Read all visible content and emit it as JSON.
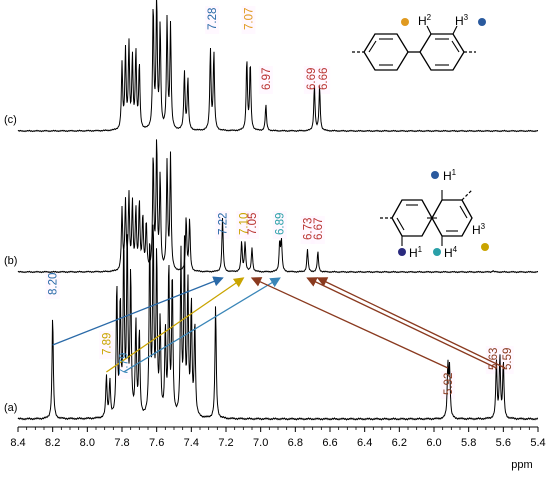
{
  "chart_data": {
    "type": "line",
    "xlabel": "ppm",
    "xlim": [
      8.4,
      5.4
    ],
    "x_reversed": true,
    "x_ticks": [
      8.4,
      8.2,
      8.0,
      7.8,
      7.6,
      7.4,
      7.2,
      7.0,
      6.8,
      6.6,
      6.4,
      6.2,
      6.0,
      5.8,
      5.6,
      5.4
    ],
    "x_tick_labels": [
      "8.4",
      "8.2",
      "8.0",
      "7.8",
      "7.6",
      "7.4",
      "7.2",
      "7.0",
      "6.8",
      "6.6",
      "6.4",
      "6.2",
      "6.0",
      "5.8",
      "5.6",
      "5.4"
    ],
    "series": [
      {
        "name": "(a)",
        "peaks": [
          {
            "ppm": 8.2,
            "h": 0.55
          },
          {
            "ppm": 7.89,
            "h": 0.22
          },
          {
            "ppm": 7.87,
            "h": 0.2
          },
          {
            "ppm": 7.83,
            "h": 0.7
          },
          {
            "ppm": 7.81,
            "h": 0.6
          },
          {
            "ppm": 7.79,
            "h": 0.9
          },
          {
            "ppm": 7.77,
            "h": 0.95
          },
          {
            "ppm": 7.75,
            "h": 0.75
          },
          {
            "ppm": 7.72,
            "h": 0.5
          },
          {
            "ppm": 7.7,
            "h": 0.45
          },
          {
            "ppm": 7.64,
            "h": 0.95
          },
          {
            "ppm": 7.62,
            "h": 1.0
          },
          {
            "ppm": 7.6,
            "h": 0.85
          },
          {
            "ppm": 7.58,
            "h": 0.5
          },
          {
            "ppm": 7.55,
            "h": 0.45
          },
          {
            "ppm": 7.53,
            "h": 0.8
          },
          {
            "ppm": 7.51,
            "h": 0.75
          },
          {
            "ppm": 7.46,
            "h": 0.85
          },
          {
            "ppm": 7.44,
            "h": 0.9
          },
          {
            "ppm": 7.42,
            "h": 0.7
          },
          {
            "ppm": 7.4,
            "h": 0.6
          },
          {
            "ppm": 7.38,
            "h": 0.5
          },
          {
            "ppm": 7.26,
            "h": 0.6
          },
          {
            "ppm": 5.92,
            "h": 0.28
          },
          {
            "ppm": 5.91,
            "h": 0.26
          },
          {
            "ppm": 5.64,
            "h": 0.3
          },
          {
            "ppm": 5.62,
            "h": 0.33
          },
          {
            "ppm": 5.6,
            "h": 0.3
          }
        ],
        "labels": [
          {
            "text": "8.20",
            "ppm": 8.2,
            "color": "#2a6aa8"
          },
          {
            "text": "7.89",
            "ppm": 7.89,
            "color": "#c9a400"
          },
          {
            "text": "7.79",
            "ppm": 7.79,
            "color": "#3a86b8"
          },
          {
            "text": "5.92",
            "ppm": 5.92,
            "color": "#8a3a1f"
          },
          {
            "text": "5.63",
            "ppm": 5.63,
            "color": "#8a3a1f"
          },
          {
            "text": "5.59",
            "ppm": 5.59,
            "color": "#8a3a1f"
          }
        ]
      },
      {
        "name": "(b)",
        "peaks": [
          {
            "ppm": 7.8,
            "h": 0.45
          },
          {
            "ppm": 7.78,
            "h": 0.5
          },
          {
            "ppm": 7.76,
            "h": 0.55
          },
          {
            "ppm": 7.74,
            "h": 0.5
          },
          {
            "ppm": 7.72,
            "h": 0.45
          },
          {
            "ppm": 7.7,
            "h": 0.5
          },
          {
            "ppm": 7.68,
            "h": 0.4
          },
          {
            "ppm": 7.66,
            "h": 0.35
          },
          {
            "ppm": 7.62,
            "h": 0.85
          },
          {
            "ppm": 7.6,
            "h": 0.95
          },
          {
            "ppm": 7.58,
            "h": 0.7
          },
          {
            "ppm": 7.54,
            "h": 0.8
          },
          {
            "ppm": 7.52,
            "h": 0.85
          },
          {
            "ppm": 7.43,
            "h": 0.4
          },
          {
            "ppm": 7.41,
            "h": 0.38
          },
          {
            "ppm": 7.22,
            "h": 0.4
          },
          {
            "ppm": 7.11,
            "h": 0.22
          },
          {
            "ppm": 7.09,
            "h": 0.22
          },
          {
            "ppm": 7.05,
            "h": 0.18
          },
          {
            "ppm": 6.89,
            "h": 0.22
          },
          {
            "ppm": 6.88,
            "h": 0.22
          },
          {
            "ppm": 6.73,
            "h": 0.17
          },
          {
            "ppm": 6.67,
            "h": 0.15
          },
          {
            "ppm": 5.66,
            "h": 0.01
          }
        ],
        "labels": [
          {
            "text": "7.22",
            "ppm": 7.22,
            "color": "#2a6aa8"
          },
          {
            "text": "7.10",
            "ppm": 7.1,
            "color": "#c9a400"
          },
          {
            "text": "7.05",
            "ppm": 7.05,
            "color": "#b8312f"
          },
          {
            "text": "6.89",
            "ppm": 6.89,
            "color": "#2aa0a8"
          },
          {
            "text": "6.73",
            "ppm": 6.73,
            "color": "#b8312f"
          },
          {
            "text": "6.67",
            "ppm": 6.67,
            "color": "#b8312f"
          }
        ]
      },
      {
        "name": "(c)",
        "peaks": [
          {
            "ppm": 7.8,
            "h": 0.5
          },
          {
            "ppm": 7.78,
            "h": 0.6
          },
          {
            "ppm": 7.76,
            "h": 0.65
          },
          {
            "ppm": 7.74,
            "h": 0.55
          },
          {
            "ppm": 7.72,
            "h": 0.6
          },
          {
            "ppm": 7.7,
            "h": 0.5
          },
          {
            "ppm": 7.62,
            "h": 0.95
          },
          {
            "ppm": 7.6,
            "h": 1.0
          },
          {
            "ppm": 7.58,
            "h": 0.8
          },
          {
            "ppm": 7.54,
            "h": 0.85
          },
          {
            "ppm": 7.52,
            "h": 0.8
          },
          {
            "ppm": 7.44,
            "h": 0.45
          },
          {
            "ppm": 7.42,
            "h": 0.4
          },
          {
            "ppm": 7.29,
            "h": 0.62
          },
          {
            "ppm": 7.27,
            "h": 0.6
          },
          {
            "ppm": 7.08,
            "h": 0.55
          },
          {
            "ppm": 7.06,
            "h": 0.52
          },
          {
            "ppm": 6.97,
            "h": 0.2
          },
          {
            "ppm": 6.69,
            "h": 0.35
          },
          {
            "ppm": 6.66,
            "h": 0.34
          }
        ],
        "labels": [
          {
            "text": "7.28",
            "ppm": 7.28,
            "color": "#2a6aa8"
          },
          {
            "text": "7.07",
            "ppm": 7.07,
            "color": "#e09a20"
          },
          {
            "text": "6.97",
            "ppm": 6.97,
            "color": "#b8312f"
          },
          {
            "text": "6.69",
            "ppm": 6.69,
            "color": "#b8312f"
          },
          {
            "text": "6.66",
            "ppm": 6.66,
            "color": "#b8312f"
          }
        ]
      }
    ],
    "arrows": [
      {
        "from_ppm": 8.2,
        "to_ppm": 7.22,
        "color": "#2a6aa8"
      },
      {
        "from_ppm": 7.89,
        "to_ppm": 7.1,
        "color": "#c9a400"
      },
      {
        "from_ppm": 7.79,
        "to_ppm": 6.89,
        "color": "#3a86b8"
      },
      {
        "from_ppm": 5.92,
        "to_ppm": 7.05,
        "color": "#8a3a1f"
      },
      {
        "from_ppm": 5.63,
        "to_ppm": 6.73,
        "color": "#8a3a1f"
      },
      {
        "from_ppm": 5.59,
        "to_ppm": 6.67,
        "color": "#8a3a1f"
      }
    ],
    "structures": {
      "biphenyl": {
        "labels": {
          "h2": "H",
          "h2_sup": "2",
          "h3": "H",
          "h3_sup": "3"
        },
        "dot_colors": {
          "h2": "#e09a20",
          "h3": "#2a5a9e"
        }
      },
      "naphthalene": {
        "labels": {
          "h1_top": "H",
          "h1_top_sup": "1",
          "h3": "H",
          "h3_sup": "3",
          "h1_bottom": "H",
          "h1_bottom_sup": "1",
          "h4": "H",
          "h4_sup": "4"
        },
        "dot_colors": {
          "h1_top": "#2a5a9e",
          "h1_bottom": "#2a2a7e",
          "h4": "#2aa0a8",
          "h3": "#c9a400"
        }
      }
    }
  }
}
